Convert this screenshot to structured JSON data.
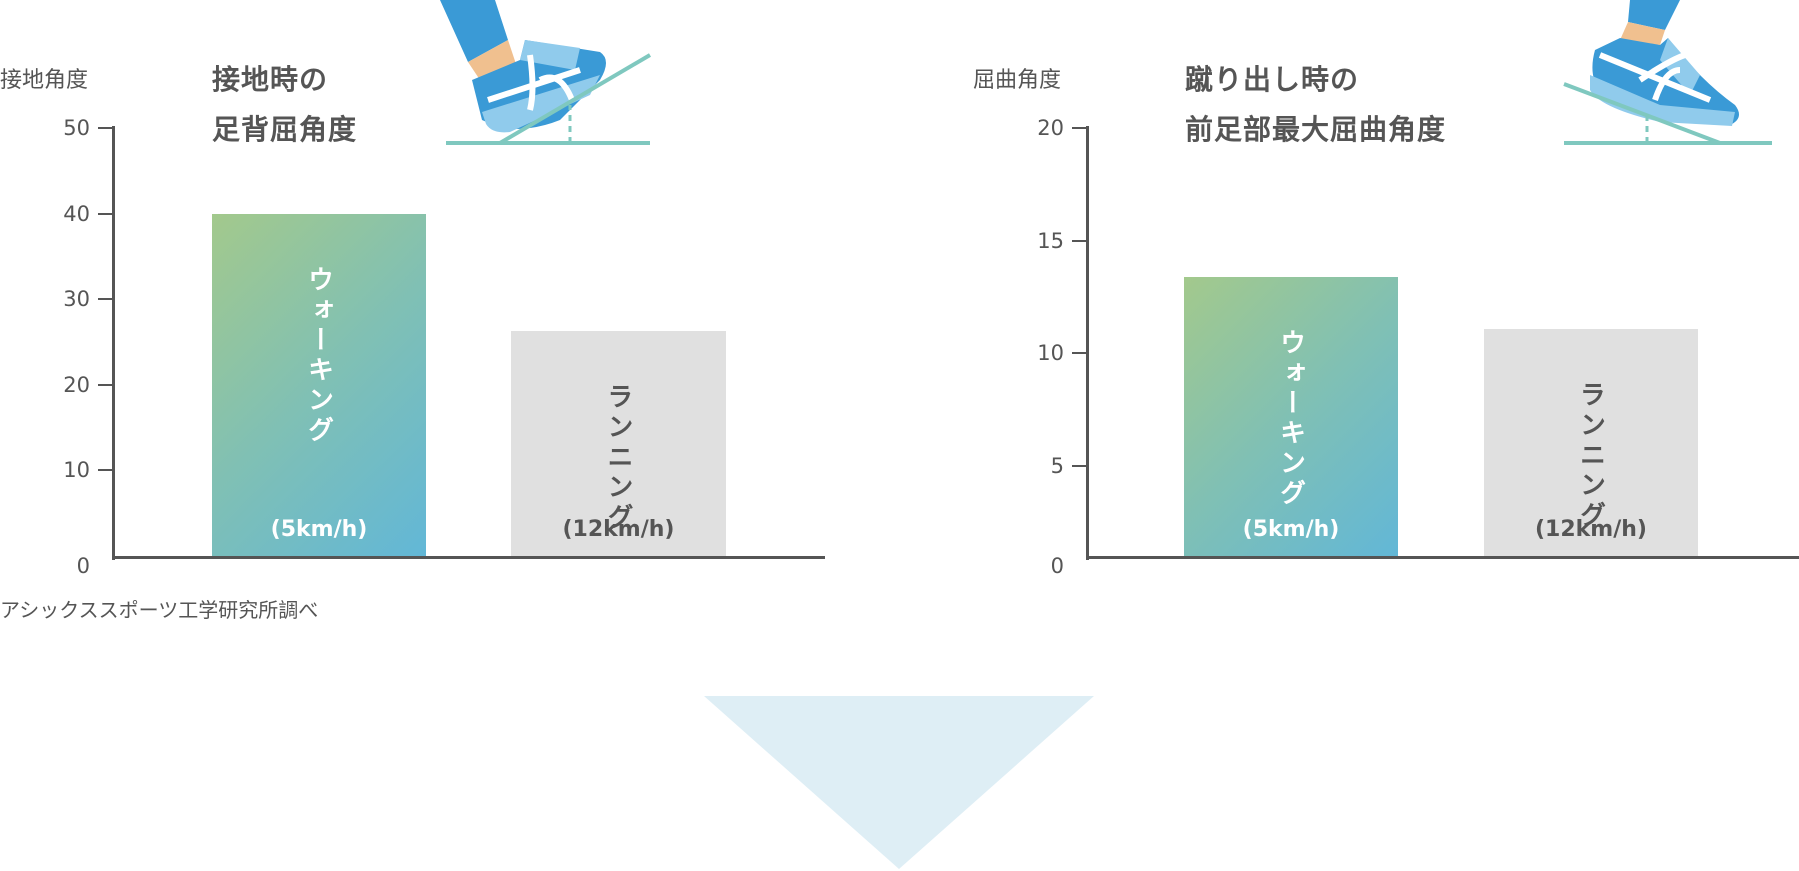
{
  "chart_data": [
    {
      "type": "bar",
      "title": "接地時の足背屈角度",
      "title_lines": [
        "接地時の",
        "足背屈角度"
      ],
      "ylabel": "接地角度",
      "ylim": [
        0,
        50
      ],
      "yticks": [
        0,
        10,
        20,
        30,
        40,
        50
      ],
      "categories": [
        "ウォーキング",
        "ランニング"
      ],
      "speeds": [
        "(5km/h)",
        "(12km/h)"
      ],
      "values": [
        40,
        26.3
      ],
      "grid": false
    },
    {
      "type": "bar",
      "title": "蹴り出し時の前足部最大屈曲角度",
      "title_lines": [
        "蹴り出し時の",
        "前足部最大屈曲角度"
      ],
      "ylabel": "屈曲角度",
      "ylim": [
        0,
        20
      ],
      "yticks": [
        0,
        5,
        10,
        15,
        20
      ],
      "categories": [
        "ウォーキング",
        "ランニング"
      ],
      "speeds": [
        "(5km/h)",
        "(12km/h)"
      ],
      "values": [
        13.4,
        11.1
      ],
      "grid": false
    }
  ],
  "source_note": "アシックススポーツ工学研究所調べ",
  "colors": {
    "axis": "#555555",
    "walking_start": "#a3c98c",
    "walking_end": "#62b7d7",
    "running": "#e0e0e0",
    "arrow": "#deeef5",
    "shoe": "#3a9ad6",
    "ground": "#7fc8bf"
  }
}
